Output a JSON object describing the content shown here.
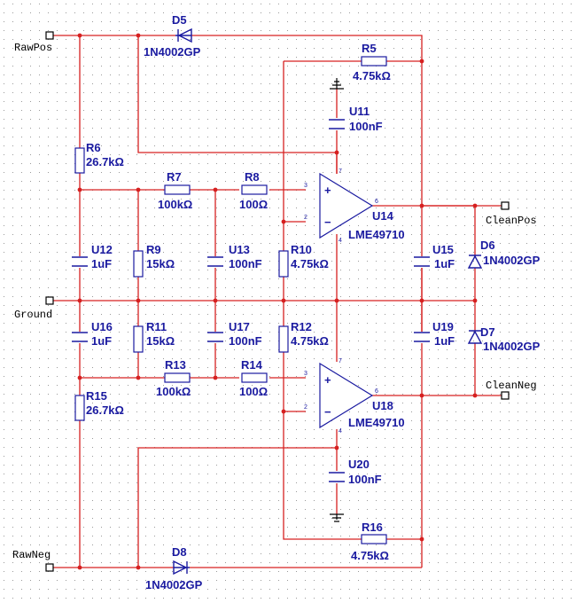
{
  "nets": {
    "rawpos": "RawPos",
    "ground": "Ground",
    "rawneg": "RawNeg",
    "cleanpos": "CleanPos",
    "cleanneg": "CleanNeg"
  },
  "components": {
    "d5": {
      "ref": "D5",
      "value": "1N4002GP"
    },
    "d6": {
      "ref": "D6",
      "value": "1N4002GP"
    },
    "d7": {
      "ref": "D7",
      "value": "1N4002GP"
    },
    "d8": {
      "ref": "D8",
      "value": "1N4002GP"
    },
    "r5": {
      "ref": "R5",
      "value": "4.75kΩ"
    },
    "r6": {
      "ref": "R6",
      "value": "26.7kΩ"
    },
    "r7": {
      "ref": "R7",
      "value": "100kΩ"
    },
    "r8": {
      "ref": "R8",
      "value": "100Ω"
    },
    "r9": {
      "ref": "R9",
      "value": "15kΩ"
    },
    "r10": {
      "ref": "R10",
      "value": "4.75kΩ"
    },
    "r11": {
      "ref": "R11",
      "value": "15kΩ"
    },
    "r12": {
      "ref": "R12",
      "value": "4.75kΩ"
    },
    "r13": {
      "ref": "R13",
      "value": "100kΩ"
    },
    "r14": {
      "ref": "R14",
      "value": "100Ω"
    },
    "r15": {
      "ref": "R15",
      "value": "26.7kΩ"
    },
    "r16": {
      "ref": "R16",
      "value": "4.75kΩ"
    },
    "u11": {
      "ref": "U11",
      "value": "100nF"
    },
    "u12": {
      "ref": "U12",
      "value": "1uF"
    },
    "u13": {
      "ref": "U13",
      "value": "100nF"
    },
    "u14": {
      "ref": "U14",
      "value": "LME49710"
    },
    "u15": {
      "ref": "U15",
      "value": "1uF"
    },
    "u16": {
      "ref": "U16",
      "value": "1uF"
    },
    "u17": {
      "ref": "U17",
      "value": "100nF"
    },
    "u18": {
      "ref": "U18",
      "value": "LME49710"
    },
    "u19": {
      "ref": "U19",
      "value": "1uF"
    },
    "u20": {
      "ref": "U20",
      "value": "100nF"
    }
  },
  "pins": {
    "u14": {
      "inp": "3",
      "inn": "2",
      "vpos": "7",
      "vneg": "4",
      "out": "6",
      "plus": "+",
      "minus": "−"
    },
    "u18": {
      "inp": "3",
      "inn": "2",
      "vpos": "7",
      "vneg": "4",
      "out": "6",
      "plus": "+",
      "minus": "−"
    }
  },
  "colors": {
    "wire": "#d62020",
    "component": "#1a1aa0",
    "grid": "#9a9a9a"
  }
}
